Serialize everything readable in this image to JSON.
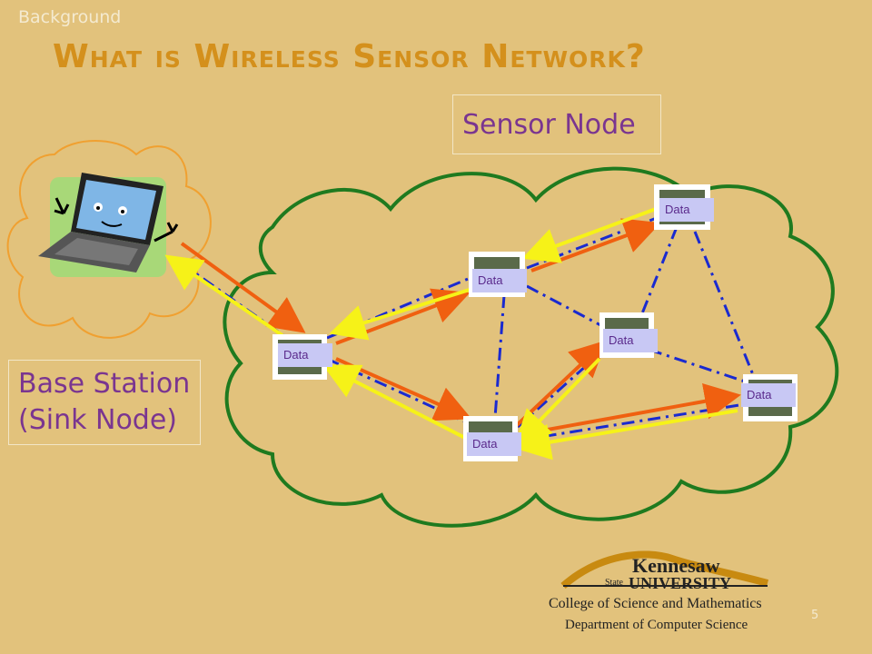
{
  "slide": {
    "section": "Background",
    "title": "What is Wireless Sensor Network?",
    "page_number": "5"
  },
  "labels": {
    "sensor_node": "Sensor Node",
    "base_station_line1": "Base Station",
    "base_station_line2": "(Sink Node)"
  },
  "nodes": [
    {
      "id": "n1",
      "tag": "Data"
    },
    {
      "id": "n2",
      "tag": "Data"
    },
    {
      "id": "n3",
      "tag": "Data"
    },
    {
      "id": "n4",
      "tag": "Data"
    },
    {
      "id": "n5",
      "tag": "Data"
    },
    {
      "id": "n6",
      "tag": "Data"
    }
  ],
  "logo": {
    "wordmark_top": "Kennesaw",
    "wordmark_state": "State",
    "wordmark_bottom": "UNIVERSITY",
    "college": "College of Science and Mathematics",
    "department": "Department of Computer Science"
  },
  "colors": {
    "background": "#e2c27c",
    "title": "#d4901c",
    "label_text": "#7a3590",
    "cloud_outline": "#1f7a1f",
    "forward_arrow": "#f06010",
    "return_arrow": "#f6f218",
    "link_dashed": "#1a2ad0"
  }
}
